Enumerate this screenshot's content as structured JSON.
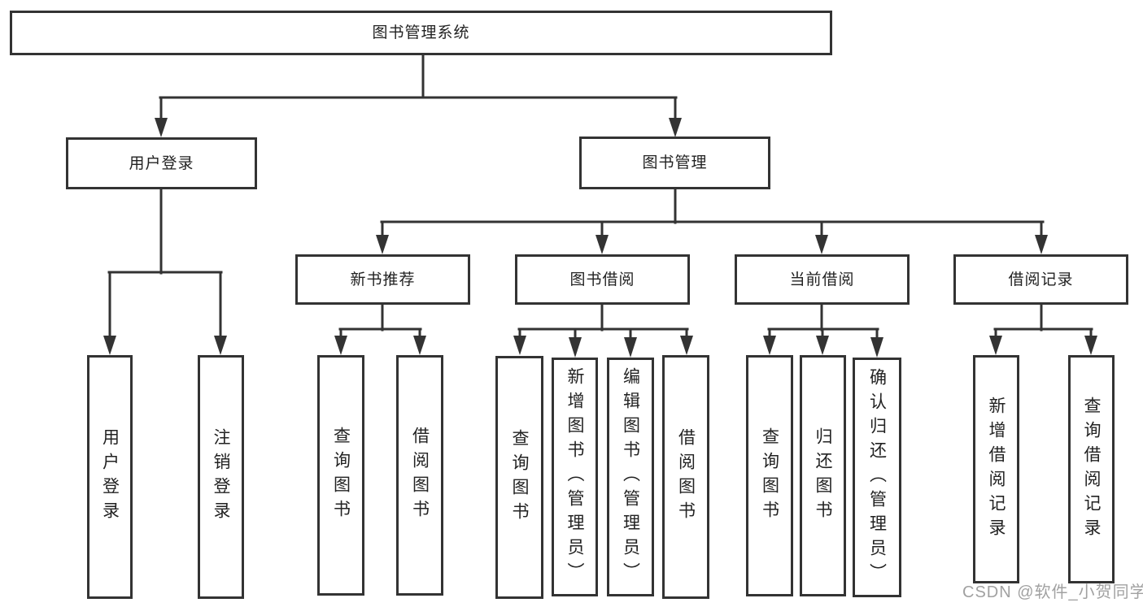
{
  "diagram": {
    "type": "hierarchy-flowchart",
    "colors": {
      "line": "#333333",
      "border": "#333333",
      "text": "#222222",
      "background": "#ffffff",
      "watermark": "#949494"
    },
    "nodes": {
      "root": {
        "label": "图书管理系统"
      },
      "user_login": {
        "label": "用户登录"
      },
      "book_mgmt": {
        "label": "图书管理"
      },
      "new_book_rec": {
        "label": "新书推荐"
      },
      "book_borrow": {
        "label": "图书借阅"
      },
      "current_borrow": {
        "label": "当前借阅"
      },
      "borrow_records": {
        "label": "借阅记录"
      },
      "leaf_user_login": {
        "label": "用户登录"
      },
      "leaf_logout": {
        "label": "注销登录"
      },
      "rec_query_books": {
        "label": "查询图书"
      },
      "rec_borrow_books": {
        "label": "借阅图书"
      },
      "bb_query_books": {
        "label": "查询图书"
      },
      "bb_add_books": {
        "label": "新增图书（管理员）"
      },
      "bb_edit_books": {
        "label": "编辑图书（管理员）"
      },
      "bb_borrow_books": {
        "label": "借阅图书"
      },
      "cb_query_books": {
        "label": "查询图书"
      },
      "cb_return_books": {
        "label": "归还图书"
      },
      "cb_confirm_return": {
        "label": "确认归还（管理员）"
      },
      "br_add_record": {
        "label": "新增借阅记录"
      },
      "br_query_record": {
        "label": "查询借阅记录"
      }
    },
    "watermark": {
      "text": "CSDN @软件_小贺同学"
    }
  }
}
